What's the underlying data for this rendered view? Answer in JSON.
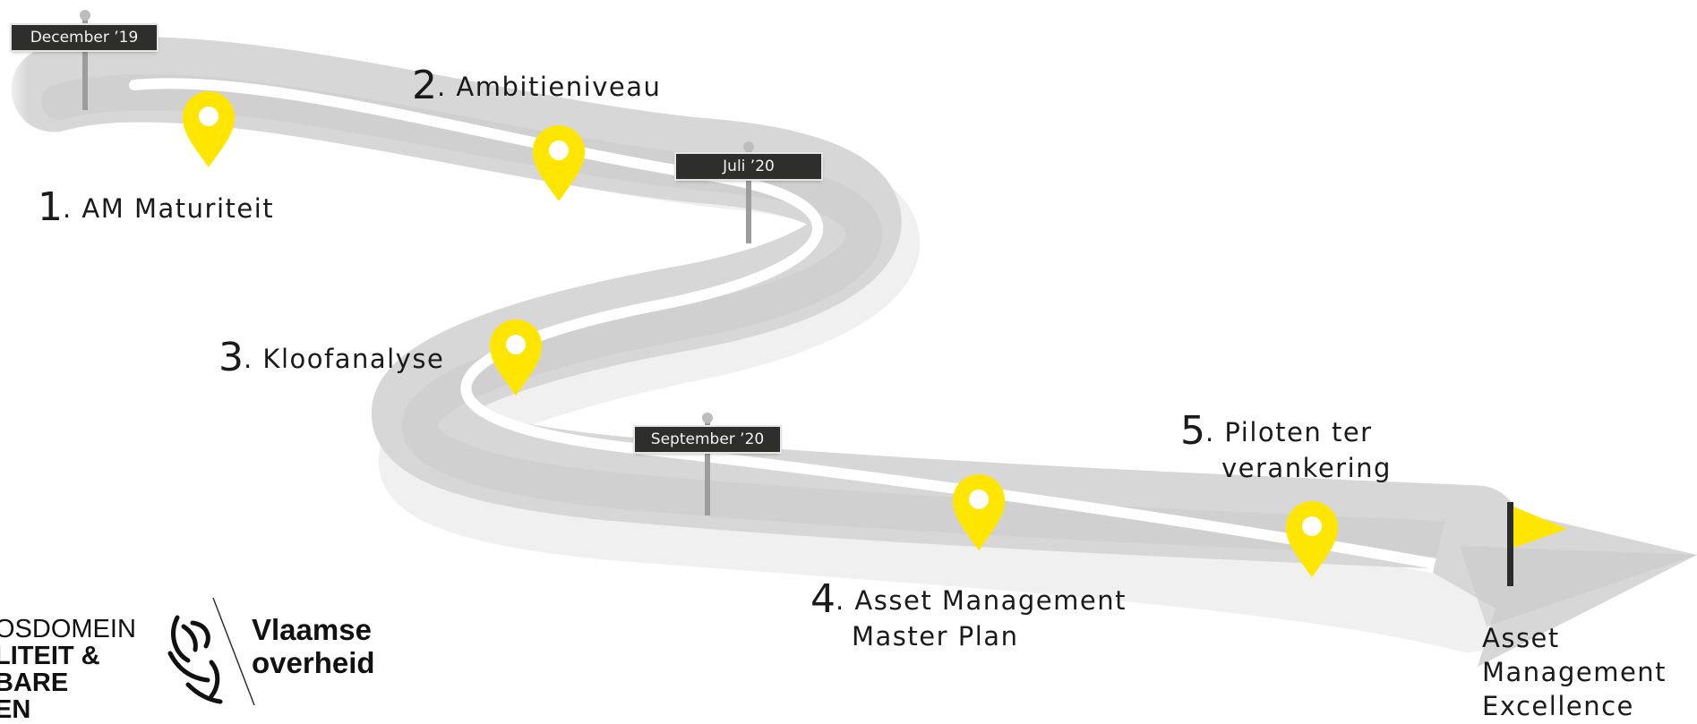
{
  "milestones": [
    {
      "num": "1",
      "label": ". AM Maturiteit"
    },
    {
      "num": "2",
      "label": ". Ambitieniveau"
    },
    {
      "num": "3",
      "label": ". Kloofanalyse"
    },
    {
      "num": "4",
      "label": ". Asset Management",
      "label2": "Master Plan"
    },
    {
      "num": "5",
      "label": ". Piloten ter",
      "label2": "verankering"
    }
  ],
  "signposts": [
    "December ’19",
    "Juli ’20",
    "September ’20"
  ],
  "goal": {
    "line1": "Asset",
    "line2": "Management",
    "line3": "Excellence"
  },
  "logo": {
    "left_line1": "OSDOMEIN",
    "left_line2": "LITEIT &",
    "left_line3": "BARE",
    "left_line4": "EN",
    "right_line1": "Vlaamse",
    "right_line2": "overheid"
  },
  "colors": {
    "pin": "#ffe600",
    "road": "#d6d6d6",
    "road_shade": "#c4c4c4",
    "sign": "#2e2f2d",
    "flag": "#ffe600"
  },
  "icons": [
    "map-pin-icon",
    "finish-flag-icon",
    "flemish-lion-icon"
  ]
}
